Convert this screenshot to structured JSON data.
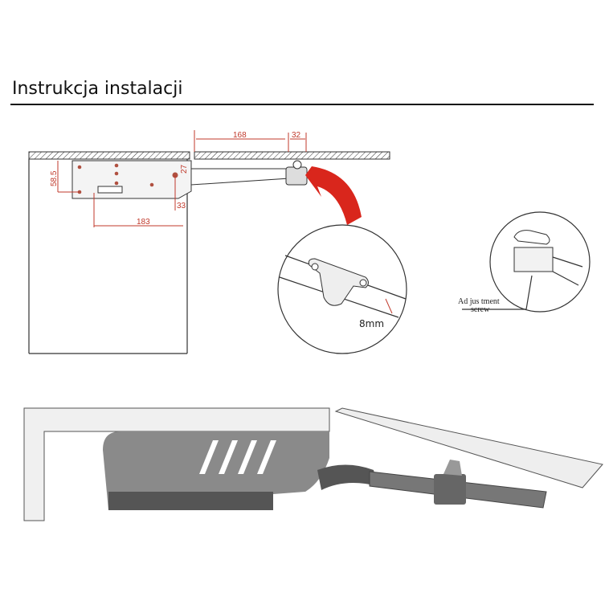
{
  "title": "Instrukcja instalacji",
  "dimensions": {
    "d168": "168",
    "d32": "32",
    "d58_5": "58.5",
    "d27": "27",
    "d33": "33",
    "d183": "183"
  },
  "detail_1": {
    "label": "8mm"
  },
  "detail_2": {
    "label_line1": "Ad jus tment",
    "label_line2": "screw"
  },
  "colors": {
    "dimension": "#c0392b",
    "arrow": "#d9261c",
    "mechanism": "#8a8a8a"
  }
}
